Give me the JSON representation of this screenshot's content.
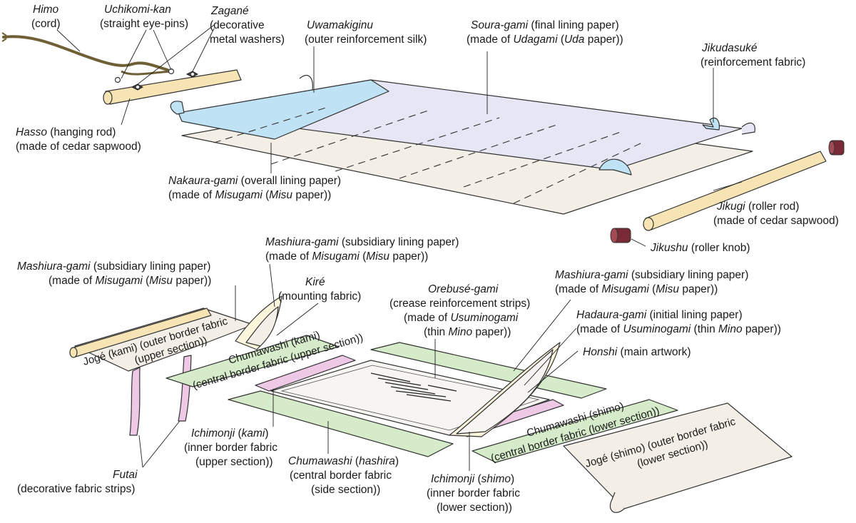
{
  "labels": {
    "himo": {
      "term": "Himo",
      "desc": "(cord)"
    },
    "uchikomi": {
      "term": "Uchikomi-kan",
      "desc": "(straight eye-pins)"
    },
    "zagane": {
      "term": "Zagané",
      "desc1": "(decorative",
      "desc2": "metal washers)"
    },
    "uwamakiginu": {
      "term": "Uwamakiginu",
      "desc": "(outer reinforcement silk)"
    },
    "souragami": {
      "term": "Soura-gami",
      "desc1": " (final lining paper)",
      "desc2a": "(made of ",
      "desc2b": "Udagami",
      "desc2c": " (",
      "desc2d": "Uda",
      "desc2e": " paper))"
    },
    "jikudasuke": {
      "term": "Jikudasuké",
      "desc": "(reinforcement fabric)"
    },
    "hasso": {
      "term": "Hasso",
      "desc1": " (hanging rod)",
      "desc2": "(made of cedar sapwood)"
    },
    "nakauragami": {
      "term": "Nakaura-gami",
      "desc1": " (overall lining paper)",
      "desc2a": "(made of ",
      "desc2b": "Misugami",
      "desc2c": " (",
      "desc2d": "Misu",
      "desc2e": " paper))"
    },
    "jikugi": {
      "term": "Jikugi",
      "desc1": " (roller rod)",
      "desc2": "(made of cedar sapwood)"
    },
    "jikushu": {
      "term": "Jikushu",
      "desc": " (roller knob)"
    },
    "mashiura_top": {
      "term": "Mashiura-gami",
      "desc1": " (subsidiary lining paper)",
      "desc2a": "(made of ",
      "desc2b": "Misugami",
      "desc2c": " (",
      "desc2d": "Misu",
      "desc2e": " paper))"
    },
    "mashiura_left": {
      "term": "Mashiura-gami",
      "desc1": " (subsidiary lining paper)",
      "desc2a": "(made of ",
      "desc2b": "Misugami",
      "desc2c": " (",
      "desc2d": "Misu",
      "desc2e": " paper))"
    },
    "mashiura_right": {
      "term": "Mashiura-gami",
      "desc1": " (subsidiary lining paper)",
      "desc2a": "(made of ",
      "desc2b": "Misugami",
      "desc2c": " (",
      "desc2d": "Misu",
      "desc2e": " paper))"
    },
    "kire": {
      "term": "Kiré",
      "desc": "(mounting fabric)"
    },
    "orebuse": {
      "term": "Orebusé-gami",
      "desc1": "(crease reinforcement strips)",
      "desc2a": "(made of ",
      "desc2b": "Usuminogami",
      "desc3a": "(thin ",
      "desc3b": "Mino",
      "desc3c": " paper))"
    },
    "hadauragami": {
      "term": "Hadaura-gami",
      "desc1": " (initial lining paper)",
      "desc2a": "(made of ",
      "desc2b": "Usuminogami",
      "desc2c": " (thin ",
      "desc2d": "Mino",
      "desc2e": " paper))"
    },
    "honshi": {
      "term": "Honshi",
      "desc": " (main artwork)"
    },
    "jogekami": {
      "term": "Jogé",
      "mid": " (",
      "sub": "kami",
      "end": ") (outer border fabric",
      "line2": "(upper section))"
    },
    "chuwakami": {
      "term": "Chumawashi",
      "mid": " (",
      "sub": "kami",
      "end": ")",
      "line2": "(central border fabric (upper section))"
    },
    "chuwashimo": {
      "term": "Chumawashi",
      "mid": " (",
      "sub": "shimo",
      "end": ")",
      "line2": "(central border fabric (lower section))"
    },
    "jogeshimo": {
      "term": "Jogé",
      "mid": " (",
      "sub": "shimo",
      "end": ") (outer border fabric",
      "line2": "(lower section))"
    },
    "ichikami": {
      "term": "Ichimonji",
      "mid": " (",
      "sub": "kami",
      "end": ")",
      "desc1": "(inner border fabric",
      "desc2": "(upper section))"
    },
    "chuhashira": {
      "term": "Chumawashi",
      "mid": " (",
      "sub": "hashira",
      "end": ")",
      "desc1": "(central border fabric",
      "desc2": "(side section))"
    },
    "ichishimo": {
      "term": "Ichimonji",
      "mid": " (",
      "sub": "shimo",
      "end": ")",
      "desc1": "(inner border fabric",
      "desc2": "(lower section))"
    },
    "futai": {
      "term": "Futai",
      "desc": "(decorative fabric strips)"
    }
  },
  "colors": {
    "silk_blue": "#bfe3f5",
    "lining_lavender": "#e6e6f4",
    "paper_beige": "#f3efe6",
    "rod_cream": "#f6e4b4",
    "knob_maroon": "#7a2a36",
    "border_green": "#d5ebc9",
    "inner_pink": "#edc9e6",
    "cord_olive": "#8a7a4a"
  }
}
